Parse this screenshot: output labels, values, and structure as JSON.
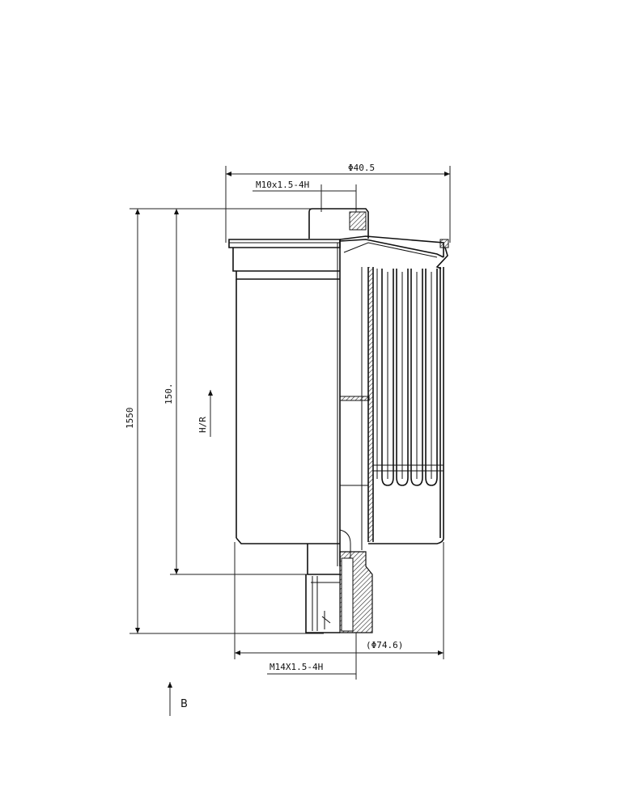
{
  "labels": {
    "top_diameter": "Φ40.5",
    "top_thread": "M10x1.5-4H",
    "overall_height": "1550",
    "inner_height": "150.",
    "side_mark": "H/R",
    "bottom_thread": "M14X1.5-4H",
    "bottom_diameter": "(Φ74.6)",
    "view_mark": "B"
  },
  "colors": {
    "line": "#111111",
    "hatch": "#222222",
    "background": "#ffffff"
  }
}
